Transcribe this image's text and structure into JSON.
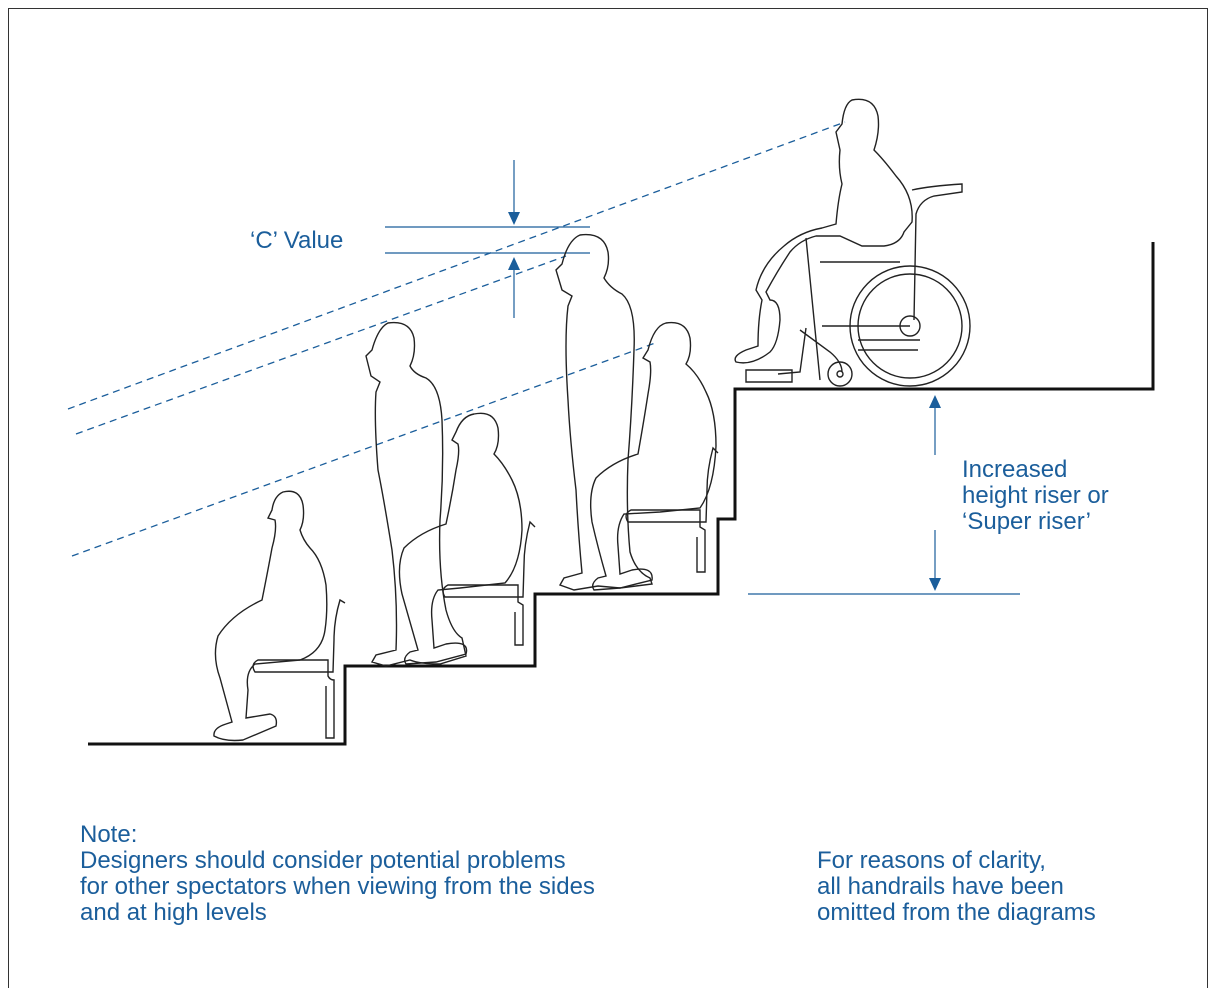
{
  "labels": {
    "c_value": "‘C’ Value",
    "super_riser": [
      "Increased",
      "height riser or",
      "‘Super riser’"
    ]
  },
  "notes": {
    "heading": "Note:",
    "designers_lines": [
      "Designers should consider potential problems",
      "for other spectators when viewing from the sides",
      "and at high levels"
    ],
    "clarity_lines": [
      "For reasons of clarity,",
      "all handrails have been",
      "omitted from the diagrams"
    ]
  },
  "colors": {
    "annotation": "#1b5e9b",
    "figure_line": "#222222",
    "background": "#ffffff"
  }
}
